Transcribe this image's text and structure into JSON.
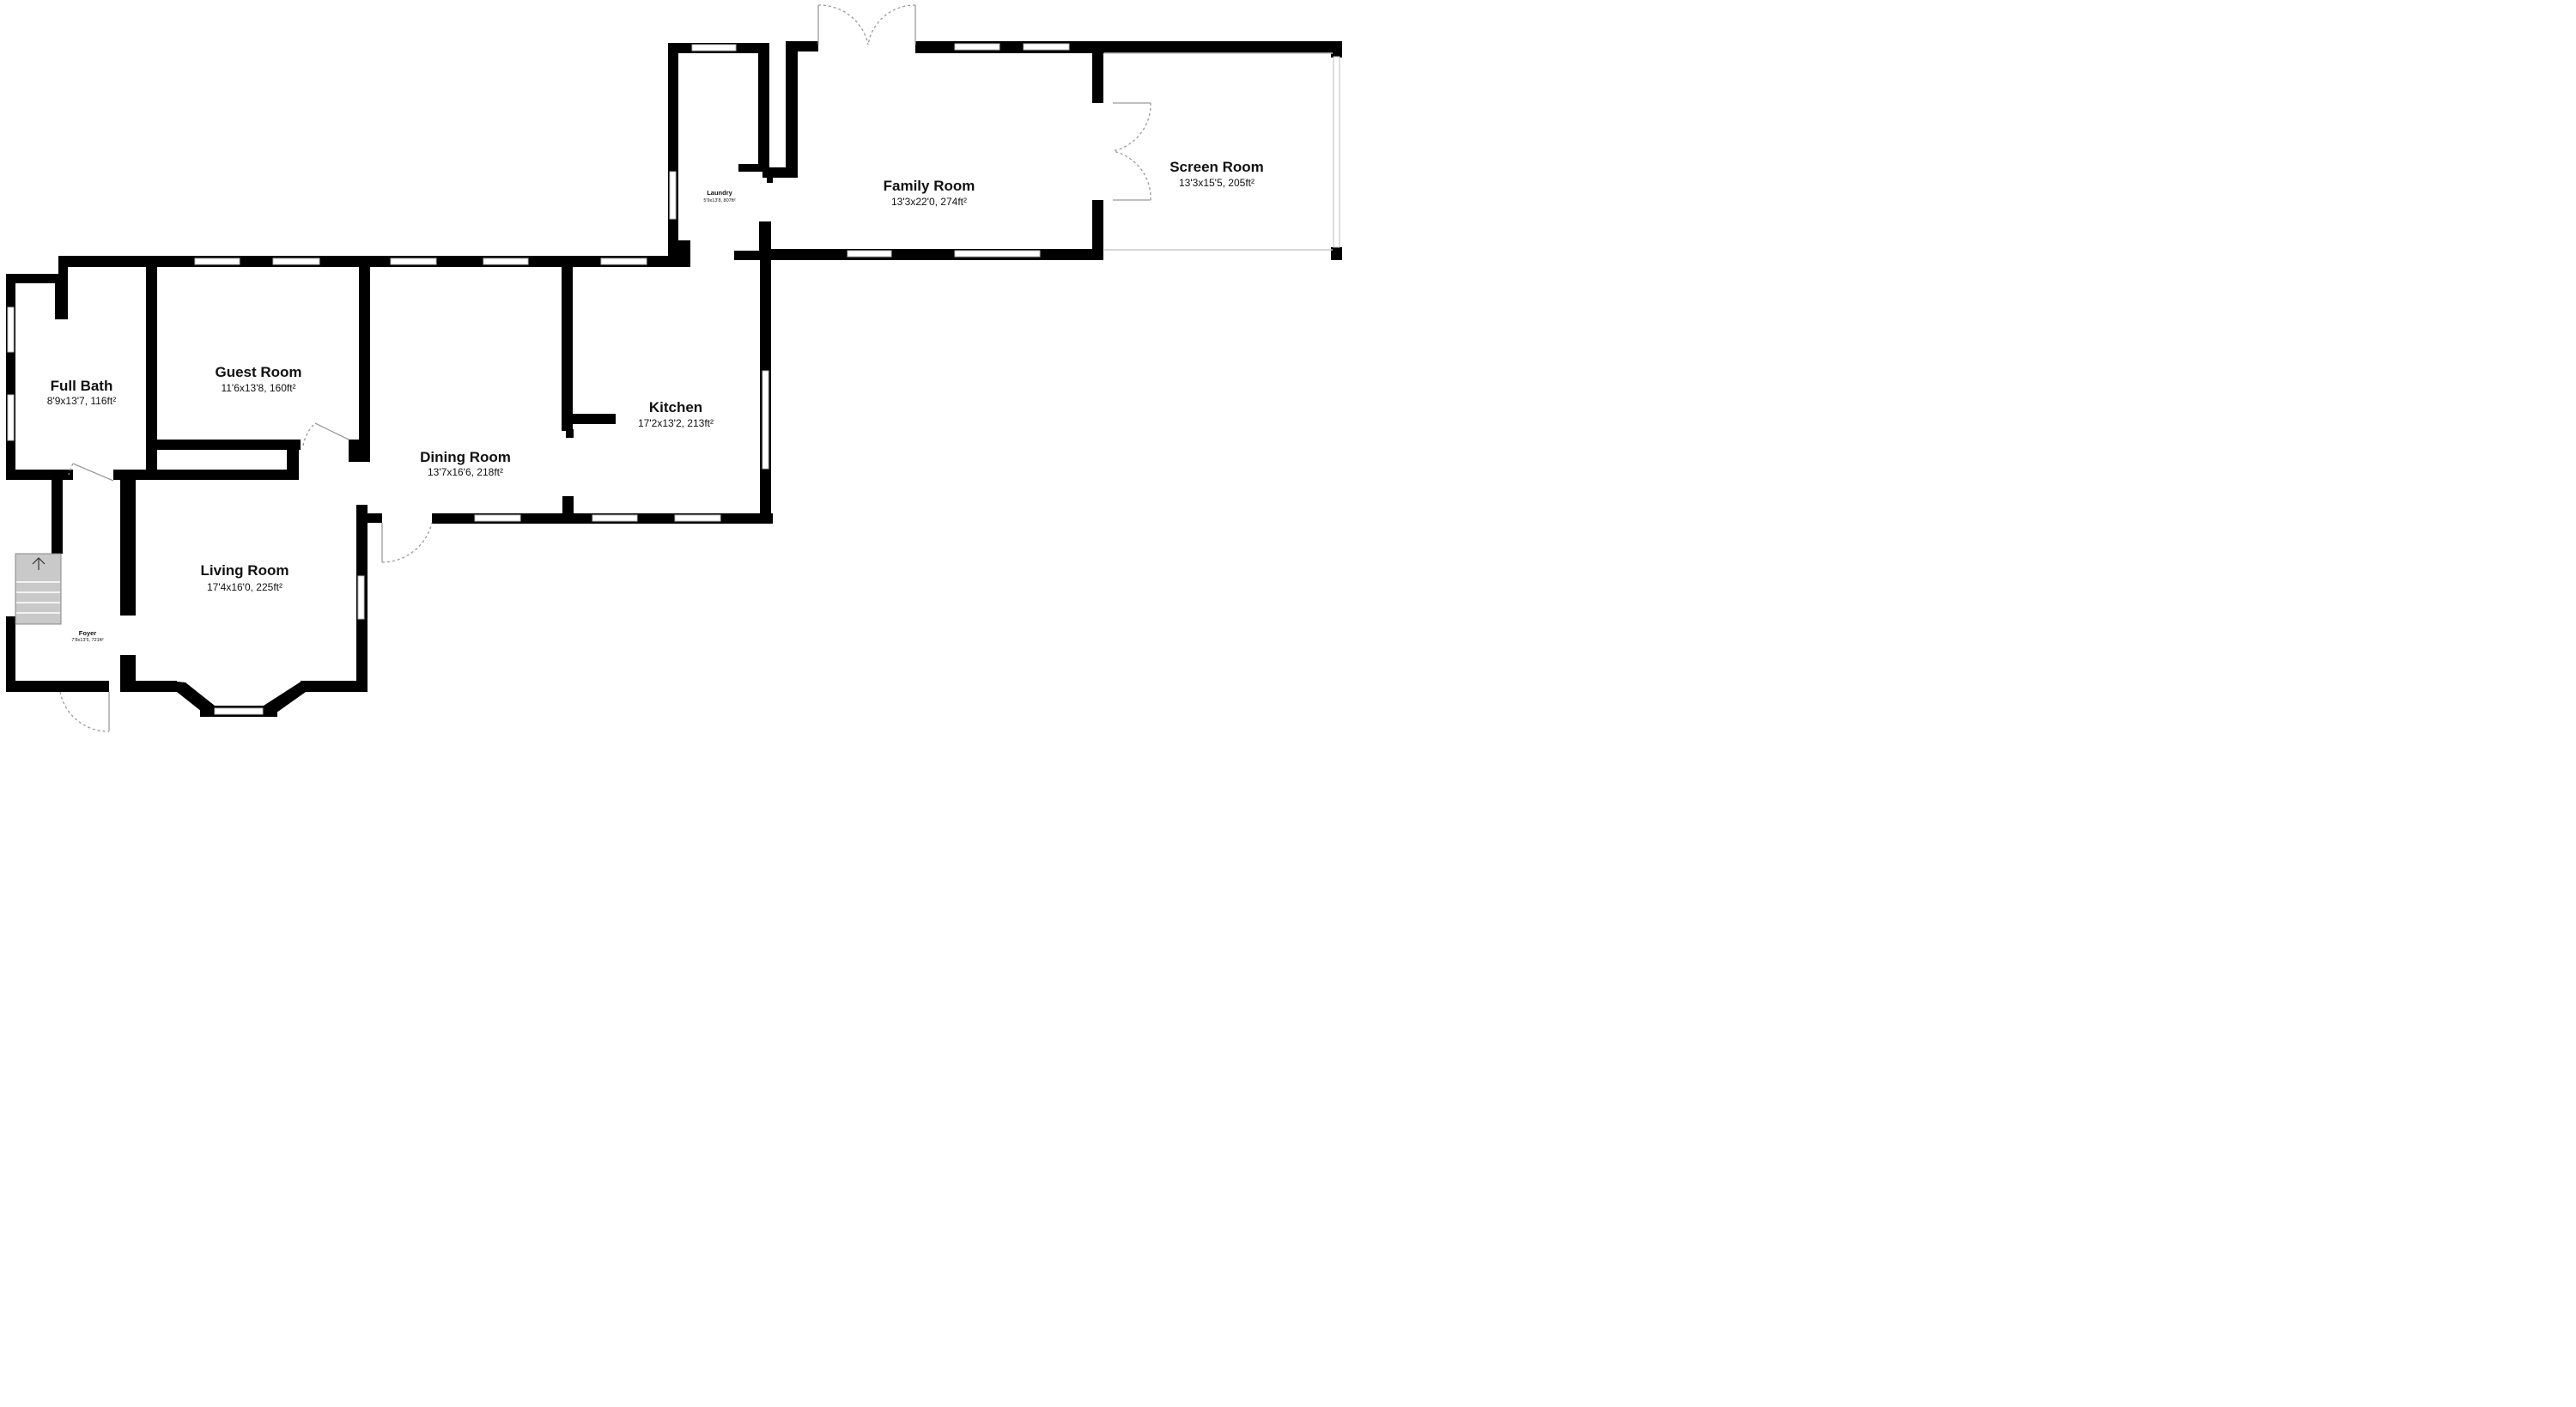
{
  "rooms": {
    "full_bath": {
      "name": "Full Bath",
      "dims": "8'9x13'7, 116ft²"
    },
    "guest_room": {
      "name": "Guest Room",
      "dims": "11'6x13'8, 160ft²"
    },
    "dining_room": {
      "name": "Dining Room",
      "dims": "13'7x16'6, 218ft²"
    },
    "kitchen": {
      "name": "Kitchen",
      "dims": "17'2x13'2, 213ft²"
    },
    "living_room": {
      "name": "Living Room",
      "dims": "17'4x16'0, 225ft²"
    },
    "foyer": {
      "name": "Foyer",
      "dims": "7'8x13'5, 721ft²"
    },
    "laundry": {
      "name": "Laundry",
      "dims": "5'9x13'8, 807ft²"
    },
    "family_room": {
      "name": "Family Room",
      "dims": "13'3x22'0, 274ft²"
    },
    "screen_room": {
      "name": "Screen Room",
      "dims": "13'3x15'5, 205ft²"
    }
  },
  "colors": {
    "wall": "#000000",
    "window": "#ffffff",
    "stairs": "#c9c9c9",
    "door": "#9a9a9a"
  },
  "icons": {
    "stairs": "stairs-up-arrow-icon"
  }
}
